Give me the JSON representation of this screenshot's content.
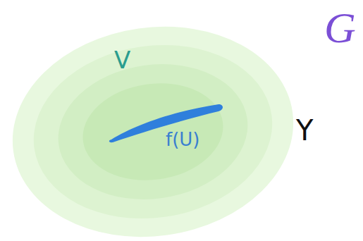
{
  "diagram": {
    "nodes": [
      {
        "text": [
          "V"
        ]
      },
      {
        "text": [
          "f(U)"
        ],
        "in": 0
      }
    ],
    "labels": [
      "Y",
      "G"
    ]
  }
}
